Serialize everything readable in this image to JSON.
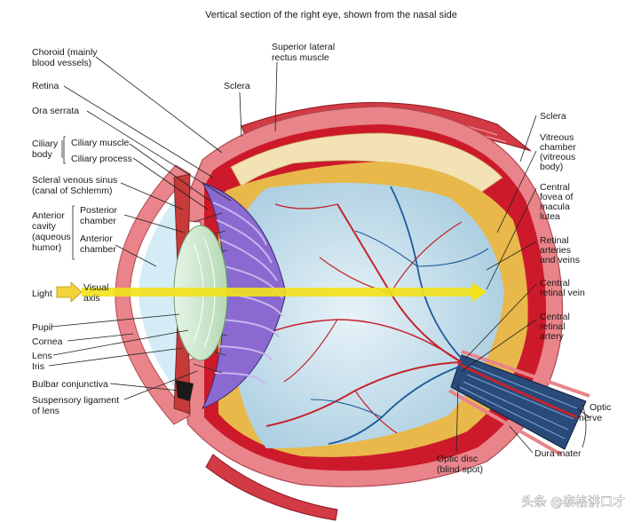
{
  "title": "Vertical section of the right eye, shown from the nasal side",
  "left_labels": {
    "choroid": [
      "Choroid (mainly",
      "blood vessels)"
    ],
    "retina": "Retina",
    "ora_serrata": "Ora serrata",
    "ciliary_body": [
      "Ciliary",
      "body"
    ],
    "ciliary_muscle": "Ciliary muscle",
    "ciliary_process": "Ciliary process",
    "scleral_sinus": [
      "Scleral venous sinus",
      "(canal of Schlemm)"
    ],
    "anterior_cavity": [
      "Anterior",
      "cavity",
      "(aqueous",
      "humor)"
    ],
    "posterior_chamber": [
      "Posterior",
      "chamber"
    ],
    "anterior_chamber": [
      "Anterior",
      "chamber"
    ],
    "light": "Light",
    "visual_axis": [
      "Visual",
      "axis"
    ],
    "pupil": "Pupil",
    "cornea": "Cornea",
    "lens": "Lens",
    "iris": "Iris",
    "bulbar_conjunctiva": "Bulbar conjunctiva",
    "suspensory_ligament": [
      "Suspensory ligament",
      "of lens"
    ]
  },
  "top_labels": {
    "superior_rectus": [
      "Superior lateral",
      "rectus muscle"
    ],
    "sclera_top": "Sclera"
  },
  "right_labels": {
    "sclera": "Sclera",
    "vitreous": [
      "Vitreous",
      "chamber",
      "(vitreous",
      "body)"
    ],
    "fovea": [
      "Central",
      "fovea of",
      "macula",
      "lutea"
    ],
    "retinal_arteries": [
      "Retinal",
      "arteries",
      "and veins"
    ],
    "central_vein": [
      "Central",
      "retinal vein"
    ],
    "central_artery": [
      "Central",
      "retinal",
      "artery"
    ],
    "optic_nerve": [
      "Optic",
      "nerve"
    ],
    "dura_mater": "Dura mater"
  },
  "bottom_labels": {
    "optic_disc": [
      "Optic disc",
      "(blind spot)"
    ]
  },
  "watermark": "头条 @泰格讲口才",
  "colors": {
    "sclera": "#e8848a",
    "choroid": "#cc1a2a",
    "retina": "#e8b84a",
    "vitreous": "#bcd8e6",
    "vessel": "#c4242c",
    "vein": "#1c5a9a",
    "ciliary": "#8a6ad0",
    "lens": "#cfe8cf",
    "axis": "#f2e21a",
    "cornea": "#d4ecf6"
  }
}
